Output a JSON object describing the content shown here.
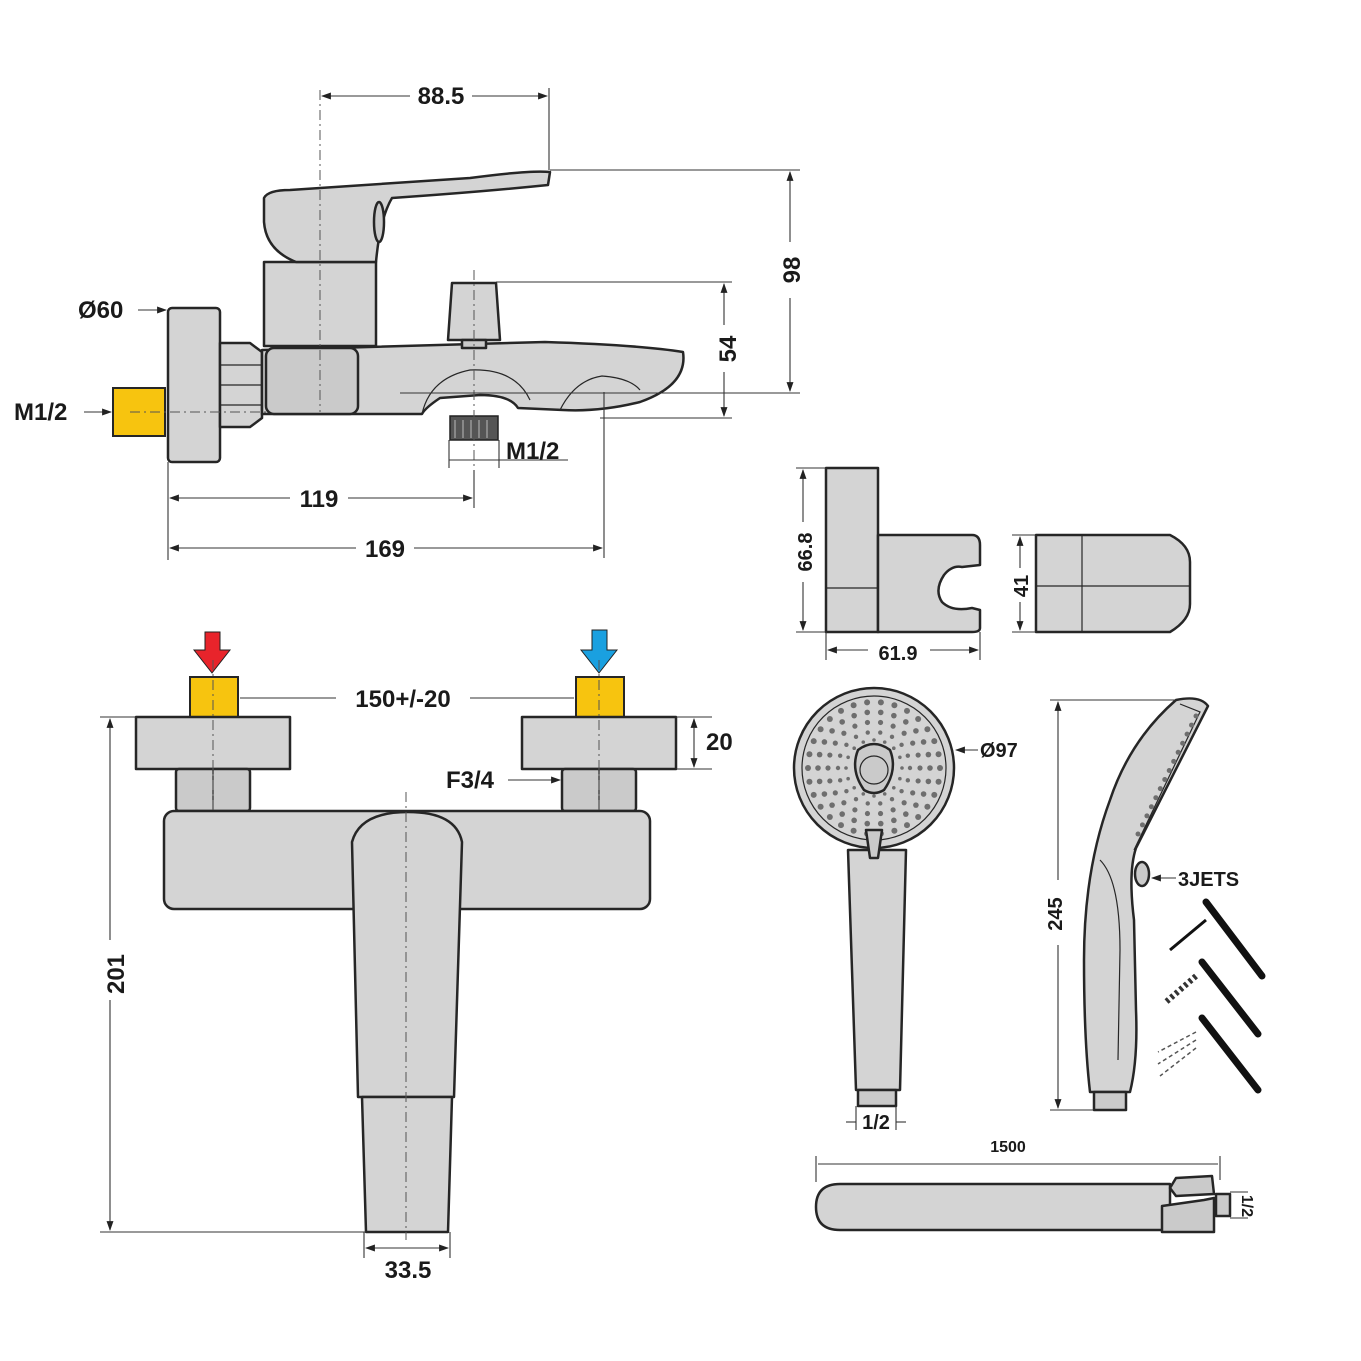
{
  "colors": {
    "hot_arrow": "#e8242b",
    "cold_arrow": "#1aa0e0",
    "connector": "#f7c40f",
    "body_fill": "#d4d4d4"
  },
  "side_view": {
    "lever_reach": "88.5",
    "total_height": "98",
    "diverter_height": "54",
    "flange_diameter": "Ø60",
    "inlet_thread": "M1/2",
    "outlet_thread": "M1/2",
    "wall_to_outlet": "119",
    "wall_to_spout": "169"
  },
  "front_view": {
    "inlet_spacing": "150+/-20",
    "flange_depth": "20",
    "nut_thread": "F3/4",
    "total_height": "201",
    "handle_width": "33.5"
  },
  "holder": {
    "height": "66.8",
    "width": "61.9",
    "side_height": "41"
  },
  "hand_shower": {
    "diameter": "Ø97",
    "thread": "1/2",
    "length": "245",
    "jets": "3JETS"
  },
  "hose": {
    "length": "1500",
    "thread": "1/2"
  }
}
